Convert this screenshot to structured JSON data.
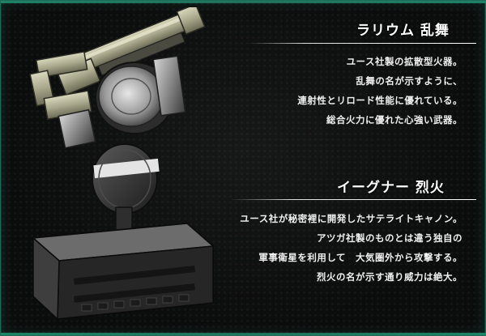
{
  "weapons": [
    {
      "name": "ラリウム 乱舞",
      "description": [
        "ユース社製の拡散型火器。",
        "乱舞の名が示すように、",
        "連射性とリロード性能に優れている。",
        "総合火力に優れた心強い武器。"
      ],
      "icon": "gatling-gun-icon"
    },
    {
      "name": "イーグナー 烈火",
      "description": [
        "ユース社が秘密裡に開発したサテライトキャノン。",
        "アツガ社製のものとは違う独自の",
        "軍事衛星を利用して　大気圏外から攻撃する。",
        "烈火の名が示す通り威力は絶大。"
      ],
      "icon": "satellite-cannon-icon"
    }
  ],
  "colors": {
    "frame_glow": "#1f6a57",
    "background": "#0b0c0c",
    "text": "#ffffff"
  }
}
